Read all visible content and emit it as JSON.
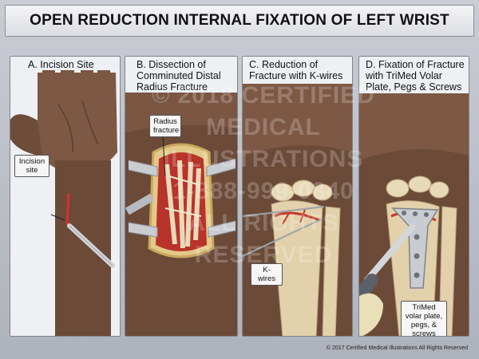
{
  "title": "OPEN REDUCTION INTERNAL FIXATION OF LEFT WRIST",
  "panels": [
    {
      "label": "A. Incision Site",
      "callouts": [
        "Incision site"
      ]
    },
    {
      "label": "B. Dissection of Comminuted Distal Radius Fracture",
      "callouts": [
        "Radius fracture"
      ]
    },
    {
      "label": "C. Reduction of Fracture with K-wires",
      "callouts": [
        "K-wires"
      ]
    },
    {
      "label": "D. Fixation of Fracture with TriMed Volar Plate, Pegs & Screws",
      "callouts": [
        "TriMed volar plate, pegs, & screws"
      ]
    }
  ],
  "watermark": "© 2018 CERTIFIED MEDICAL ILLUSTRATIONS 1-888-999-0840 ALL RIGHTS RESERVED",
  "copyright": "© 2017 Certified Medical Illustrations All Rights Reserved",
  "colors": {
    "skin": "#6b4a38",
    "skin_light": "#8a6450",
    "bone": "#e8d9b8",
    "blood": "#c0392b",
    "metal": "#c9ccd1"
  }
}
